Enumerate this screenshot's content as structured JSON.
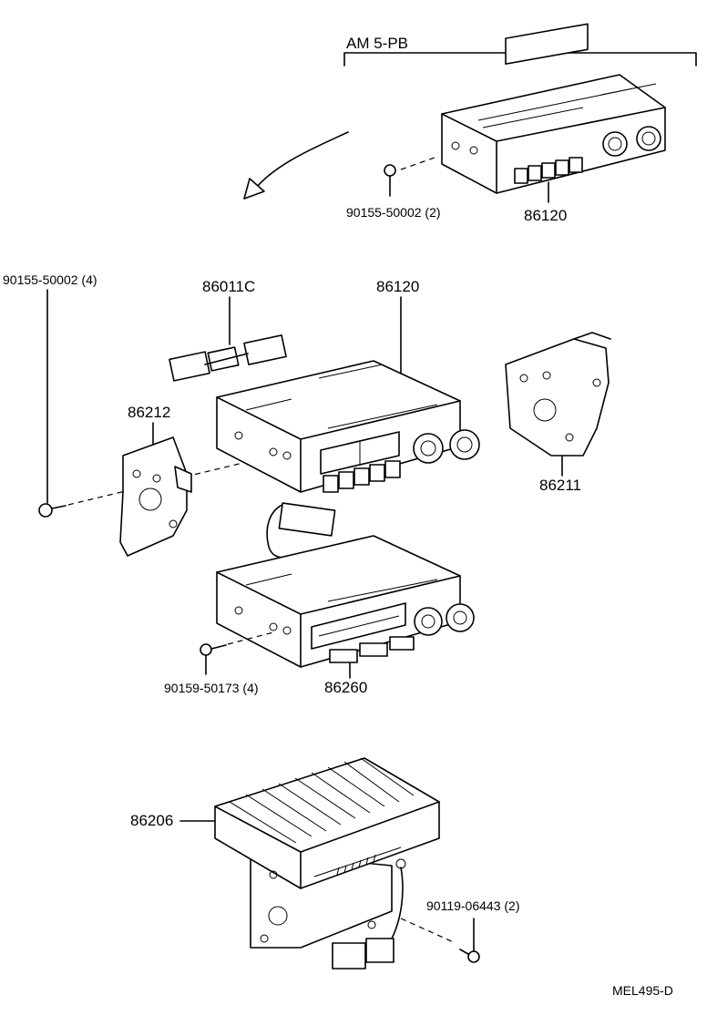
{
  "header_label": "AM 5-PB",
  "parts": {
    "bolt_top": "90155-50002 (2)",
    "radio_top": "86120",
    "bolt_left": "90155-50002 (4)",
    "connector": "86011C",
    "radio_main": "86120",
    "bracket_left": "86212",
    "bracket_right": "86211",
    "bolt_mid": "90159-50173 (4)",
    "tape_deck": "86260",
    "amplifier": "86206",
    "bolt_amp": "90119-06443 (2)"
  },
  "diagram_code": "MEL495-D"
}
